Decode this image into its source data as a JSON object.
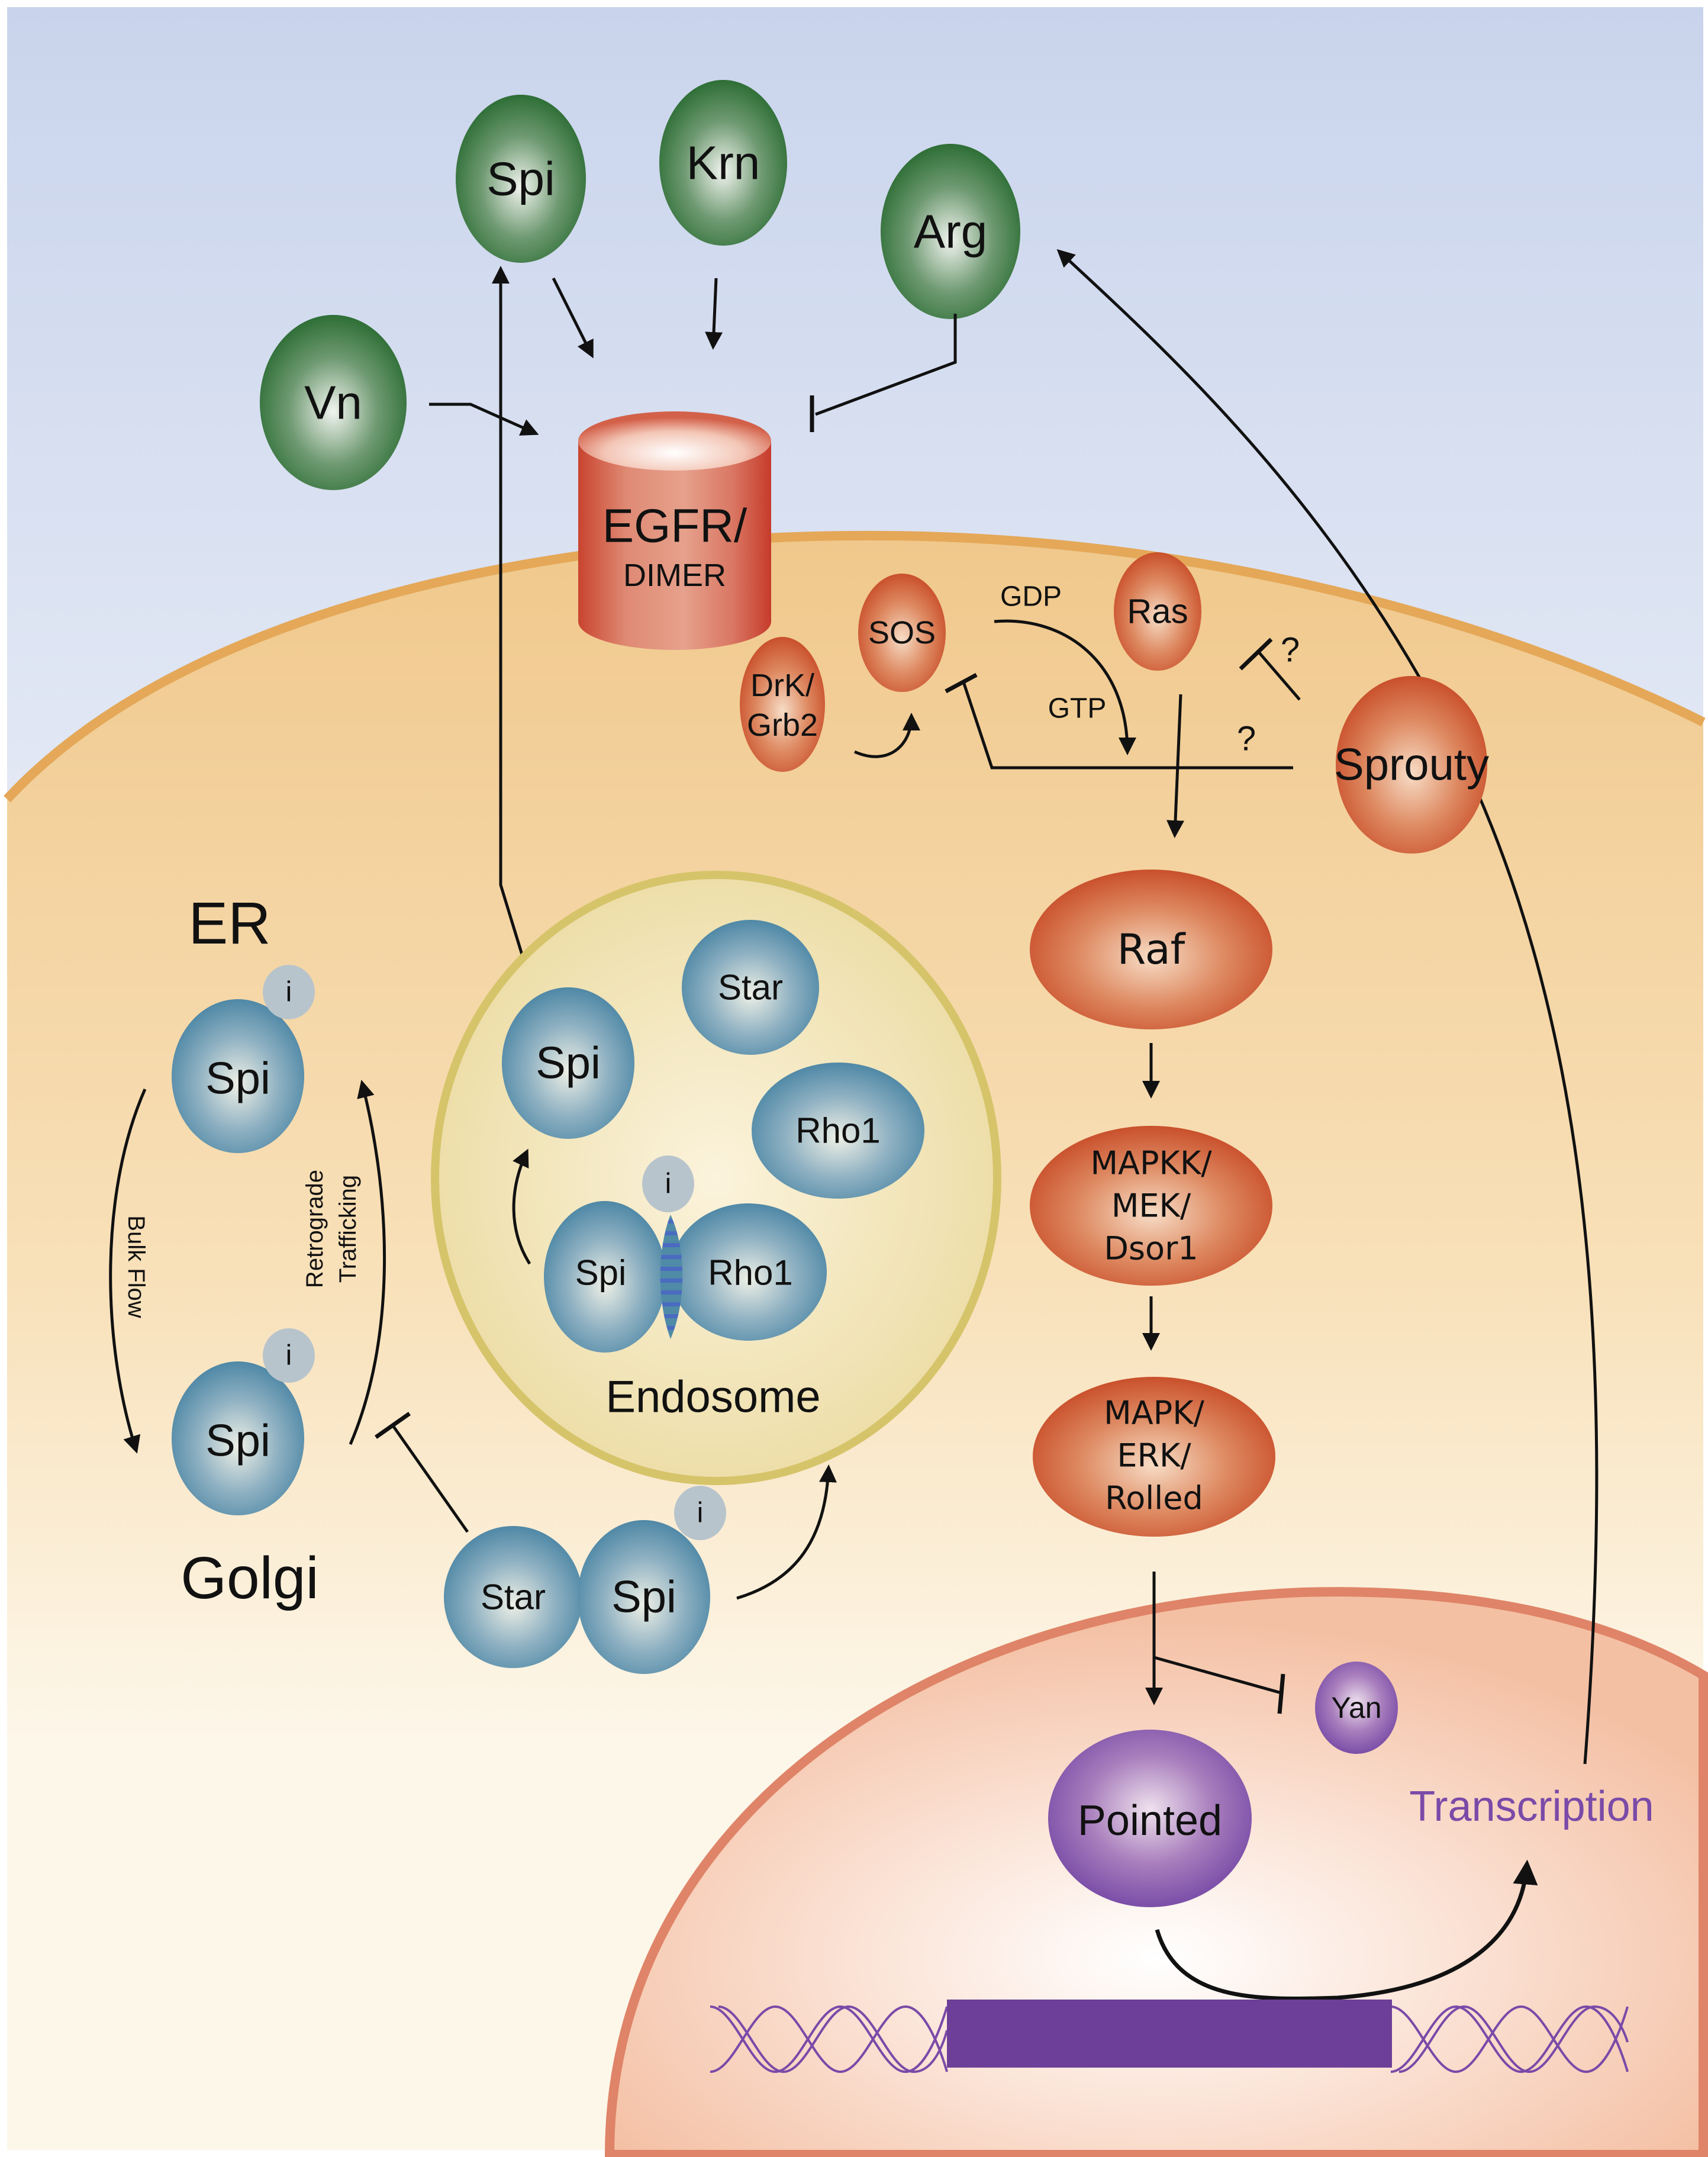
{
  "figure": {
    "title": "EGFR signaling pathway in Drosophila",
    "colors": {
      "extracellular_top": "#c9d4ec",
      "extracellular_bottom": "#fdfdfd",
      "cytoplasm": "#f3cd92",
      "cytoplasm_light": "#fdf7ea",
      "cell_membrane": "#e4a858",
      "nucleus": "#f4c2a8",
      "nucleus_membrane": "#df8468",
      "ligand_green": "#2e6e36",
      "kinase_orange": "#cb5530",
      "trafficking_blue": "#4f88a6",
      "inhibitor_gray": "#b8c4cc",
      "endosome_fill": "#efe0a8",
      "endosome_border": "#d6c46a",
      "nuclear_purple": "#6d3f98",
      "transcription_text": "#7a4aa8"
    }
  },
  "ligands": {
    "spi": "Spi",
    "krn": "Krn",
    "arg": "Arg",
    "vn": "Vn"
  },
  "receptor": {
    "line1": "EGFR/",
    "line2": "DIMER"
  },
  "membrane_complex": {
    "sos": "SOS",
    "ras": "Ras",
    "drk_line1": "DrK/",
    "drk_line2": "Grb2",
    "gdp": "GDP",
    "gtp": "GTP",
    "sprouty": "Sprouty",
    "question_1": "?",
    "question_2": "?"
  },
  "cascade": {
    "raf": "Raf",
    "mapkk": [
      "MAPKK/",
      "MEK/",
      "Dsor1"
    ],
    "mapk": [
      "MAPK/",
      "ERK/",
      "Rolled"
    ]
  },
  "trafficking": {
    "er_label": "ER",
    "golgi_label": "Golgi",
    "spi_er": "Spi",
    "spi_golgi": "Spi",
    "inhibitor": "i",
    "bulk_flow": "Bulk Flow",
    "retrograde_line1": "Retrograde",
    "retrograde_line2": "Trafficking",
    "star_complex_star": "Star",
    "star_complex_spi": "Spi"
  },
  "endosome": {
    "label": "Endosome",
    "spi": "Spi",
    "star": "Star",
    "rho1": "Rho1",
    "complex_spi": "Spi",
    "complex_rho1": "Rho1",
    "inhibitor": "i"
  },
  "nucleus": {
    "yan": "Yan",
    "pointed": "Pointed",
    "transcription": "Transcription"
  }
}
